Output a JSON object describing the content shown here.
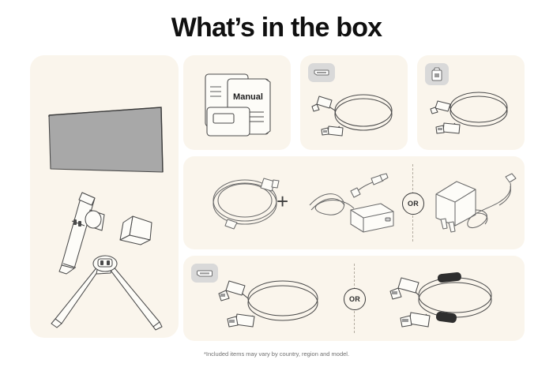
{
  "header": {
    "title": "What’s in the box"
  },
  "footnote": {
    "text": "*Included items may vary by country, region and model."
  },
  "colors": {
    "page_background": "#ffffff",
    "panel_background": "#faf5ec",
    "title_text": "#101010",
    "footnote_text": "#6f6f6f",
    "line_art_stroke": "#4a4a4a",
    "screen_fill": "#a8a8a8",
    "badge_background": "#d9d9d9",
    "divider": "#b3aca0",
    "ferrite_core": "#2e2e2e"
  },
  "panels": [
    {
      "id": "monitor",
      "name": "monitor-and-stand",
      "items": [
        {
          "label": "Monitor panel"
        },
        {
          "label": "Stand neck"
        },
        {
          "label": "Stand cover cap"
        },
        {
          "label": "Stand base"
        }
      ]
    },
    {
      "id": "manual",
      "name": "manual-documents",
      "manual_label": "Manual",
      "items": [
        {
          "label": "Quick setup guide"
        },
        {
          "label": "Manual"
        },
        {
          "label": "Warranty card"
        }
      ]
    },
    {
      "id": "hdmi-top",
      "name": "hdmi-cable",
      "badge": "hdmi-port-icon",
      "items": [
        {
          "label": "HDMI cable"
        }
      ]
    },
    {
      "id": "usb",
      "name": "usb-cable",
      "badge": "usb-b-port-icon",
      "items": [
        {
          "label": "USB cable"
        }
      ]
    },
    {
      "id": "power",
      "name": "power-options",
      "connector": "+",
      "or_label": "OR",
      "items": [
        {
          "label": "Power cable"
        },
        {
          "label": "DC power adapter"
        },
        {
          "label": "Wall plug power adapter"
        }
      ]
    },
    {
      "id": "hdmi-options",
      "name": "hdmi-cable-options",
      "badge": "hdmi-port-icon",
      "or_label": "OR",
      "items": [
        {
          "label": "HDMI cable"
        },
        {
          "label": "HDMI cable with ferrite core"
        }
      ]
    }
  ]
}
